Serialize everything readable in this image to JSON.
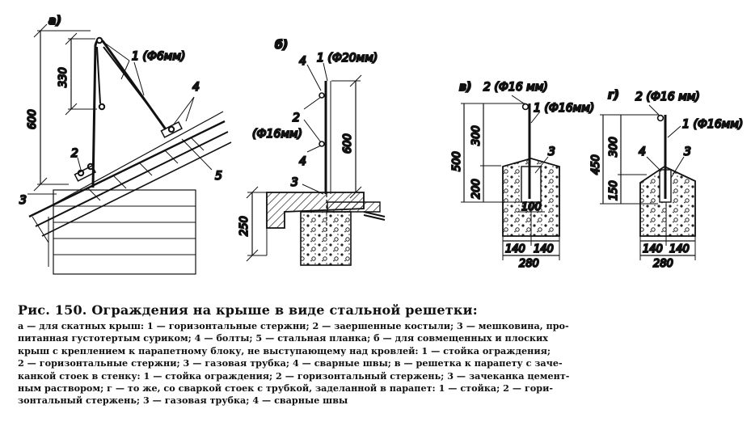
{
  "sub_labels": {
    "a": "а)",
    "b": "б)",
    "v": "в)",
    "g": "г)"
  },
  "panel_a": {
    "dims": {
      "d600": "600",
      "d330": "330"
    },
    "callouts": {
      "c1": "1 (Ф6мм)",
      "c2": "2",
      "c3": "3",
      "c4": "4",
      "c5": "5"
    }
  },
  "panel_b": {
    "dims": {
      "d600": "600",
      "d250": "250"
    },
    "callouts": {
      "c4_top": "4",
      "c1": "1 (Ф20мм)",
      "c2": "2",
      "c2_dia": "(Ф16мм)",
      "c4_low": "4",
      "c3": "3"
    }
  },
  "panel_v": {
    "dims": {
      "d500": "500",
      "d300": "300",
      "d200": "200",
      "d100": "100",
      "d140a": "140",
      "d140b": "140",
      "d280": "280"
    },
    "callouts": {
      "c2": "2 (Ф16 мм)",
      "c1": "1 (Ф16мм)",
      "c3": "3"
    }
  },
  "panel_g": {
    "dims": {
      "d450": "450",
      "d300": "300",
      "d150": "150",
      "d140a": "140",
      "d140b": "140",
      "d280": "280"
    },
    "callouts": {
      "c2": "2 (Ф16 мм)",
      "c1": "1 (Ф16мм)",
      "c4": "4",
      "c3": "3"
    }
  },
  "caption": {
    "title": "Рис. 150. Ограждения на крыше в виде стальной решетки:",
    "lines": [
      "а — для скатных крыш: 1 — горизонтальные стержни; 2 — заершенные костыли; 3 — мешковина, про-",
      "питанная густотертым суриком; 4 — болты; 5 — стальная планка; б — для совмещенных и плоских",
      "крыш с креплением к парапетному блоку, не выступающему над кровлей: 1 — стойка ограждения;",
      "2 — горизонтальные стержни; 3 — газовая трубка; 4 — сварные швы; в — решетка к парапету с заче-",
      "канкой стоек в стенку: 1 — стойка ограждения; 2 — горизонтальный стержень; 3 — зачеканка цемент-",
      "ным раствором; г — то же, со сваркой стоек с трубкой, заделанной в парапет: 1 — стойка; 2 — гори-",
      "зонтальный стержень; 3 — газовая трубка; 4 — сварные швы"
    ]
  }
}
